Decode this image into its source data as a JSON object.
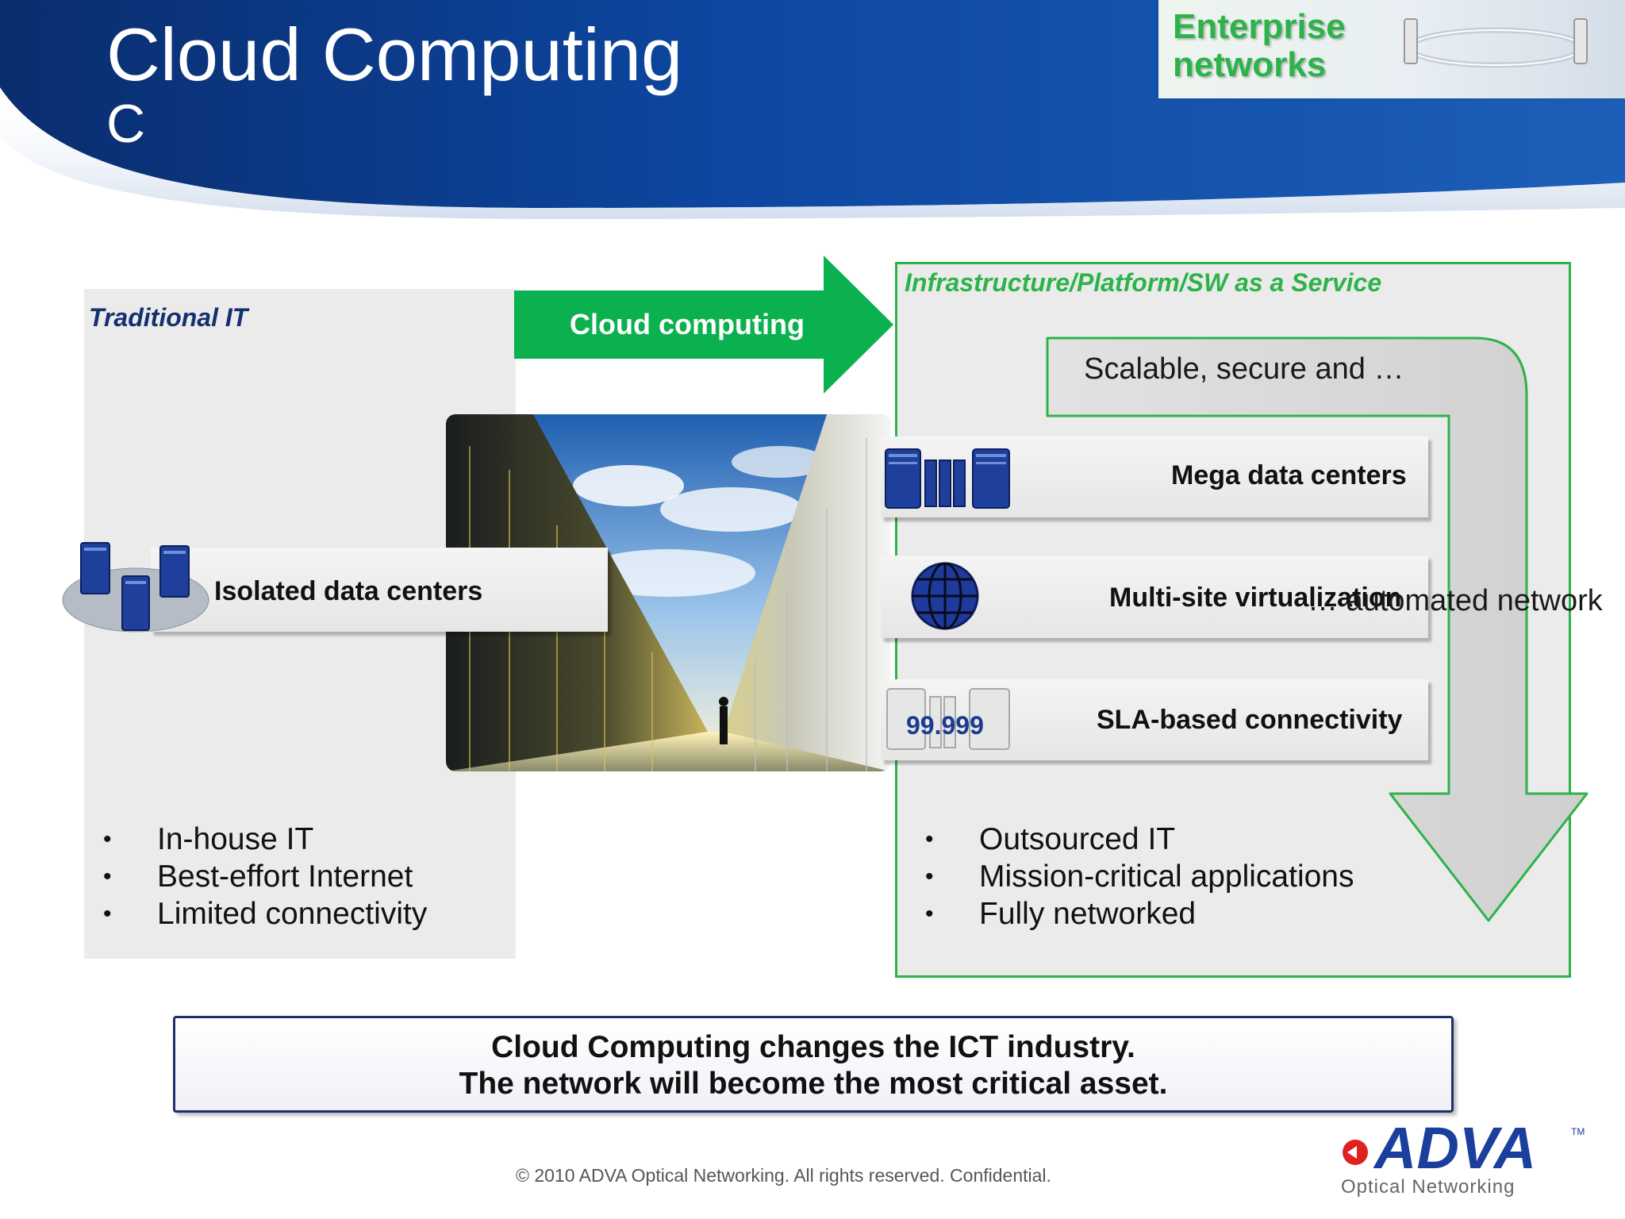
{
  "header": {
    "title": "Cloud Computing",
    "subtitle": "C",
    "badge_line1": "Enterprise",
    "badge_line2": "networks"
  },
  "left_panel": {
    "label": "Traditional IT",
    "isolated_label": "Isolated data centers",
    "bullets": [
      "In-house IT",
      "Best-effort Internet",
      "Limited connectivity"
    ]
  },
  "arrow": {
    "label": "Cloud computing"
  },
  "right_panel": {
    "label": "Infrastructure/Platform/SW as a Service",
    "scalable": "Scalable, secure and …",
    "features": [
      "Mega data centers",
      "Multi-site virtualization",
      "SLA-based connectivity"
    ],
    "automated": "… automated network",
    "sla_value": "99.999",
    "bullets": [
      "Outsourced IT",
      "Mission-critical applications",
      "Fully networked"
    ]
  },
  "callout": {
    "line1": "Cloud Computing changes the ICT industry.",
    "line2": "The network will become the most critical asset."
  },
  "footer": {
    "copyright": "© 2010 ADVA Optical Networking. All rights reserved. Confidential.",
    "logo_text": "ADVA",
    "logo_tagline": "Optical Networking"
  },
  "colors": {
    "header_blue": "#0b3c8c",
    "accent_green": "#2db34a",
    "navy": "#14306e",
    "panel_gray": "#ebebeb"
  },
  "icons": [
    "server-rack-icon",
    "globe-icon",
    "adva-logo-icon"
  ]
}
